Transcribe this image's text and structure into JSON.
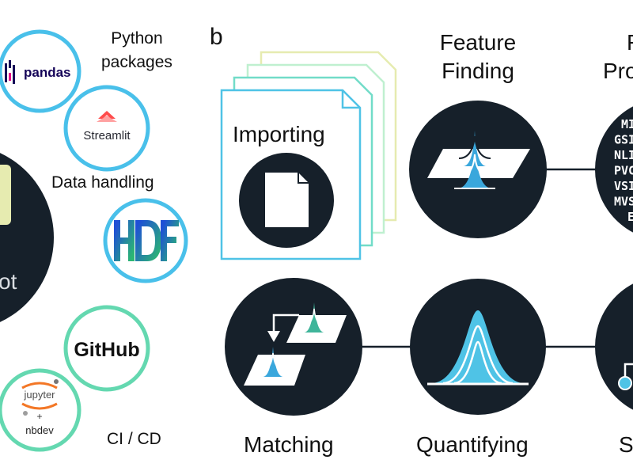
{
  "left_panel": {
    "python_packages_label": "Python packages",
    "python_packages_lines": [
      "Python",
      "packages"
    ],
    "data_handling_label": "Data handling",
    "cicd_label": "CI / CD",
    "center_partial_text": "ot",
    "badges": {
      "pandas": "pandas",
      "streamlit": "Streamlit",
      "github": "GitHub",
      "jupyter": "jupyter",
      "nbdev": "nbdev"
    }
  },
  "right_panel": {
    "panel_letter": "b",
    "steps": {
      "importing": "Importing",
      "feature_finding_lines": [
        "Feature",
        "Finding"
      ],
      "partial_top_right_lines": [
        "F",
        "Pro"
      ],
      "matching": "Matching",
      "quantifying": "Quantifying",
      "partial_bottom_right": "S"
    },
    "algorithm_list_partial": [
      "MI",
      "GSI",
      "NLI",
      "PVC",
      "VSI",
      "MVS",
      "E"
    ]
  },
  "colors": {
    "dark": "#16202a",
    "cyan": "#4fc3e6",
    "teal": "#5fd3b3",
    "pale_yellow": "#e6ebb0",
    "green_tri": "#3fb59a",
    "blue_tri": "#3aa7dc",
    "github_ring": "#64d8b0"
  }
}
